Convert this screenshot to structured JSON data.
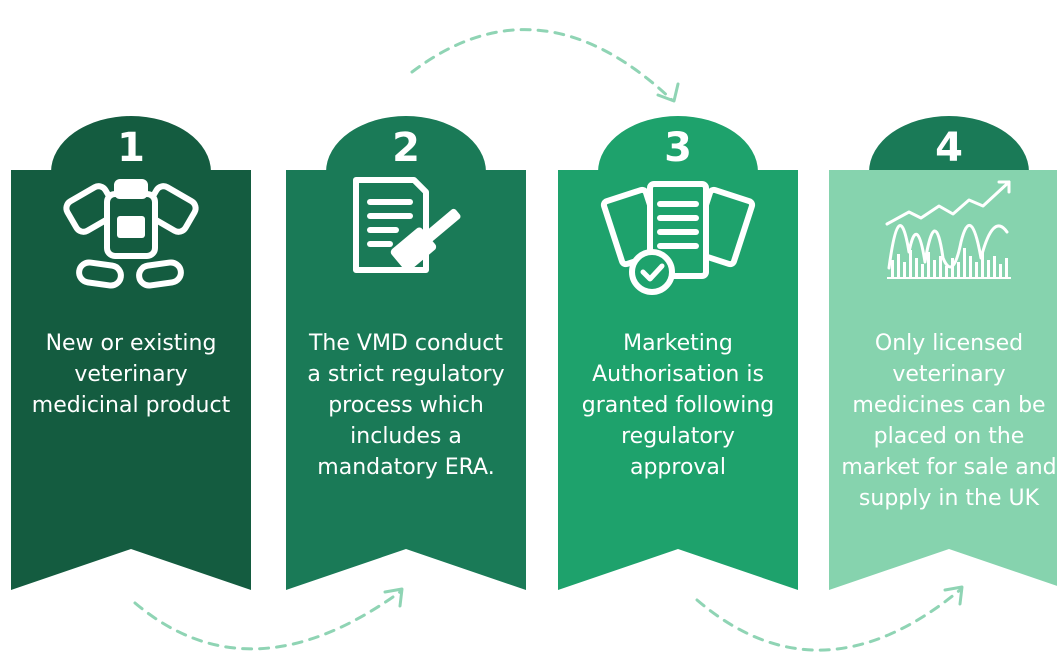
{
  "colors": {
    "step1": "#145c40",
    "step2": "#1a7a57",
    "step3": "#1ea26c",
    "step4": "#86d3ae",
    "arrow": "#8fd4b4"
  },
  "steps": [
    {
      "number": "1",
      "icon": "medicine-bottle-pills-icon",
      "text": [
        "New or existing",
        "veterinary",
        "medicinal product"
      ]
    },
    {
      "number": "2",
      "icon": "document-gavel-icon",
      "text": [
        "The VMD conduct",
        "a strict regulatory",
        "process which",
        "includes a",
        "mandatory ERA."
      ]
    },
    {
      "number": "3",
      "icon": "approved-documents-icon",
      "text": [
        "Marketing",
        "Authorisation is",
        "granted following",
        "regulatory",
        "approval"
      ]
    },
    {
      "number": "4",
      "icon": "market-growth-chart-icon",
      "text": [
        "Only licensed",
        "veterinary",
        "medicines can be",
        "placed on the",
        "market for sale and",
        "supply in the UK"
      ]
    }
  ]
}
